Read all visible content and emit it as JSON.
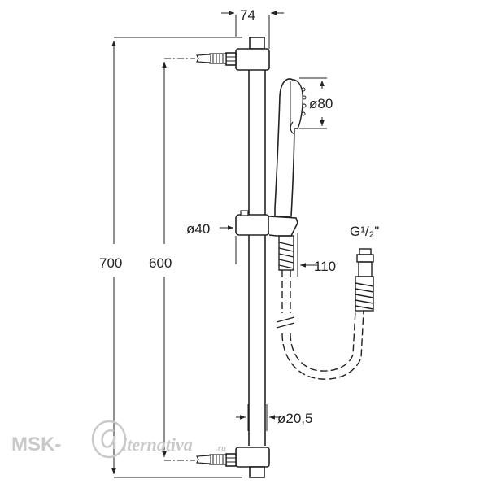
{
  "dimensions": {
    "top_width": "74",
    "overall_height": "700",
    "bracket_spacing": "600",
    "head_diameter": "ø80",
    "slider_diameter": "ø40",
    "offset": "110",
    "bar_diameter": "ø20,5",
    "thread_size": "G¹/₂\""
  },
  "watermark": {
    "brand_left": "MSK-",
    "brand_right": "lternativa",
    "tld": ".ru"
  },
  "colors": {
    "line": "#222222",
    "watermark": "#c9c9c9"
  }
}
